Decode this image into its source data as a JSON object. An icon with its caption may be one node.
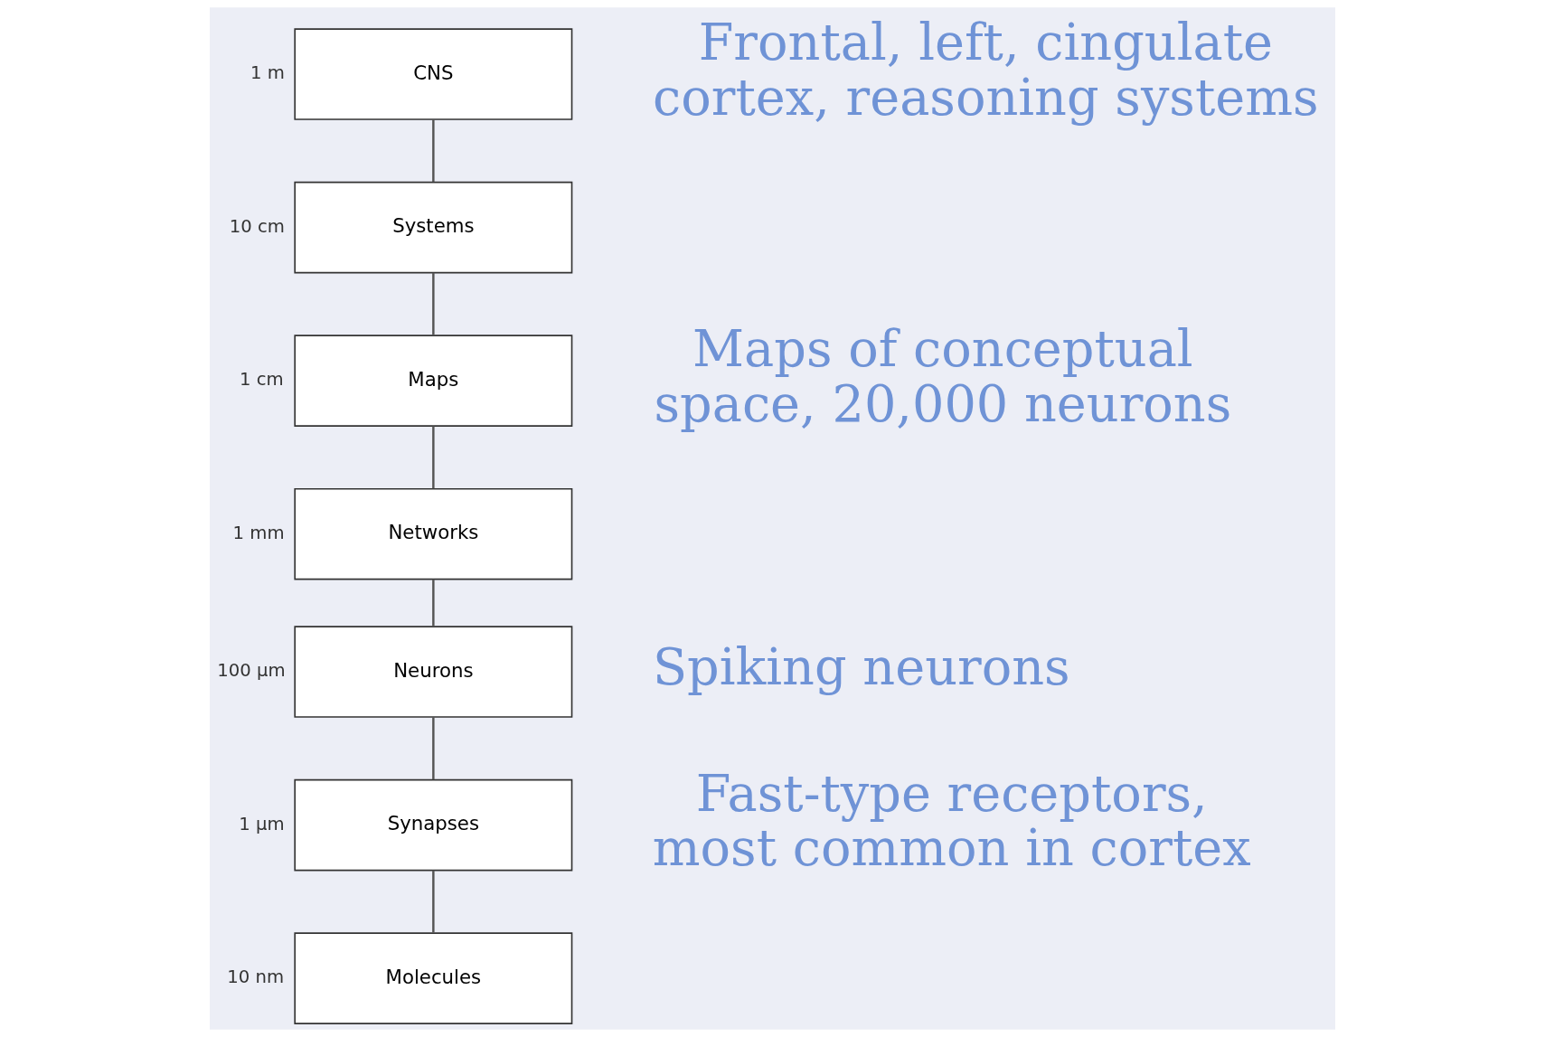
{
  "diagram": {
    "nodes": [
      {
        "text": [
          "CNS"
        ],
        "beside": [
          "1 m"
        ]
      },
      {
        "text": [
          "Systems"
        ],
        "beside": [
          "10 cm"
        ]
      },
      {
        "text": [
          "Maps"
        ],
        "beside": [
          "1 cm"
        ]
      },
      {
        "text": [
          "Networks"
        ],
        "beside": [
          "1 mm"
        ]
      },
      {
        "text": [
          "Neurons"
        ],
        "beside": [
          "100 μm"
        ]
      },
      {
        "text": [
          "Synapses"
        ],
        "beside": [
          "1 μm"
        ]
      },
      {
        "text": [
          "Molecules"
        ],
        "beside": [
          "10 nm"
        ]
      }
    ],
    "edges": [
      {
        "from": 0,
        "to": 1,
        "arrow": "none"
      },
      {
        "from": 1,
        "to": 2,
        "arrow": "none"
      },
      {
        "from": 2,
        "to": 3,
        "arrow": "none"
      },
      {
        "from": 3,
        "to": 4,
        "arrow": "none"
      },
      {
        "from": 4,
        "to": 5,
        "arrow": "none"
      },
      {
        "from": 5,
        "to": 6,
        "arrow": "none"
      }
    ],
    "labels": [
      "Frontal, left, cingulate cortex, reasoning systems",
      "Maps of conceptual space, 20,000 neurons",
      "Spiking neurons",
      "Fast-type receptors, most common in cortex"
    ]
  }
}
